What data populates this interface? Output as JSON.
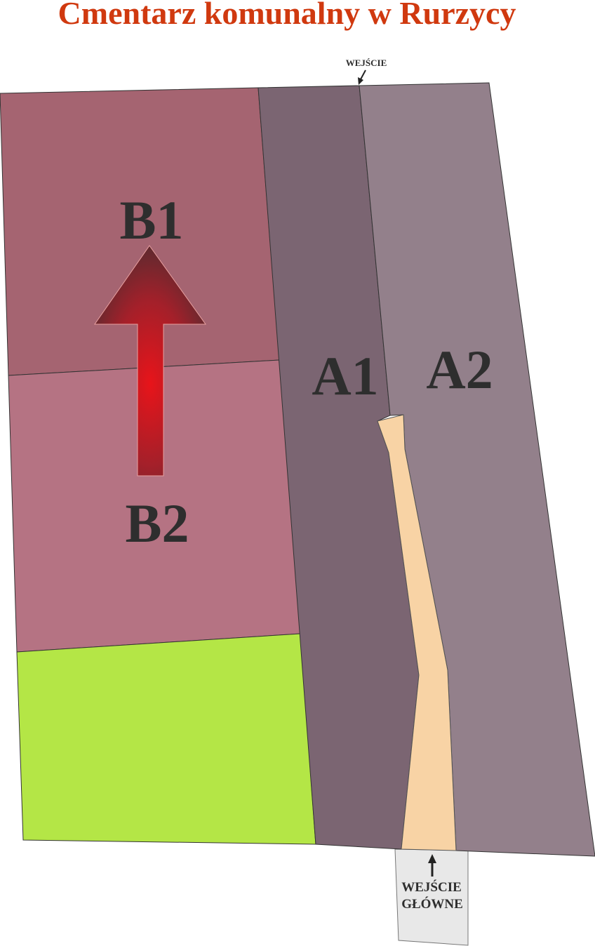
{
  "title": "Cmentarz komunalny w Rurzycy",
  "sections": {
    "B1": "B1",
    "B2": "B2",
    "A1": "A1",
    "A2": "A2"
  },
  "entrances": {
    "side": "WEJŚCIE",
    "main_line1": "WEJŚCIE",
    "main_line2": "GŁÓWNE"
  },
  "colors": {
    "title": "#d0390f",
    "B1": "#a56471",
    "B2": "#b57383",
    "green": "#b4e646",
    "A1": "#7b6572",
    "A2": "#93808b",
    "path": "#f8d3a5",
    "entrance_box": "#e8e8e8"
  },
  "icons": {
    "direction": "up-arrow-icon"
  }
}
